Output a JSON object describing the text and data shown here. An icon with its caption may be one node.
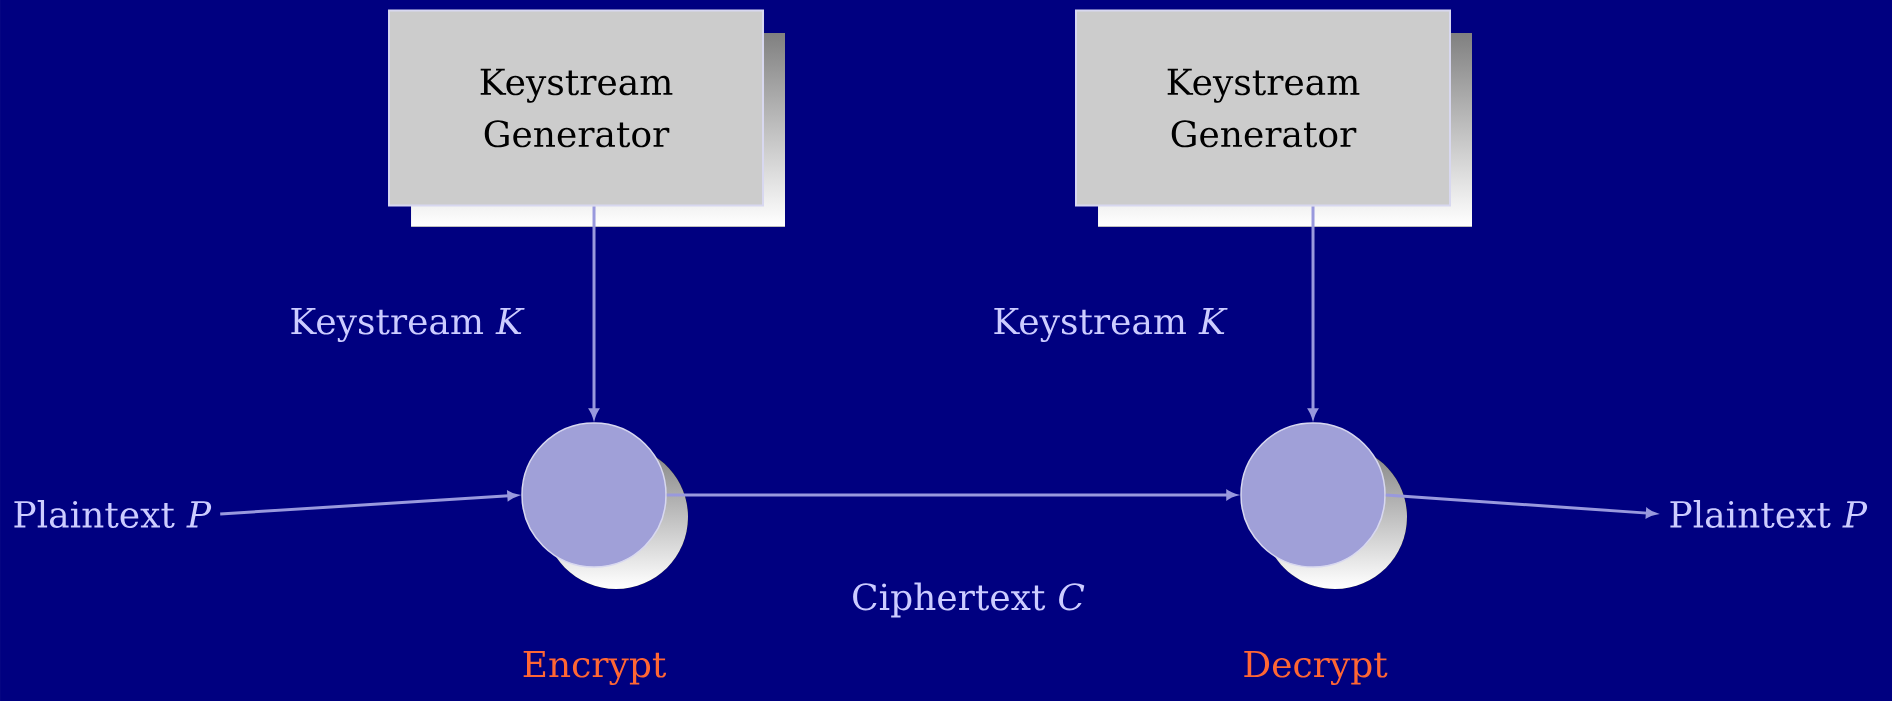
{
  "diagram": {
    "nodes": [
      {
        "text": [
          "Keystream Generator"
        ]
      },
      {
        "text": [
          "Keystream Generator"
        ]
      },
      {
        "text": [
          "Plaintext *P*"
        ]
      },
      {
        "text": [],
        "shape": "circle",
        "beside": [
          "Encrypt"
        ]
      },
      {
        "text": [],
        "shape": "circle",
        "beside": [
          "Decrypt"
        ]
      },
      {
        "text": [
          "Plaintext *P*"
        ]
      }
    ],
    "edges": [
      {
        "from": 2,
        "to": 3,
        "arrow": "to"
      },
      {
        "from": 3,
        "to": 4,
        "arrow": "to",
        "label": "Ciphertext *C*"
      },
      {
        "from": 4,
        "to": 5,
        "arrow": "to"
      },
      {
        "from": 0,
        "to": 3,
        "arrow": "to",
        "label": "Keystream *K*"
      },
      {
        "from": 1,
        "to": 4,
        "arrow": "to",
        "label": "Keystream *K*"
      }
    ]
  }
}
